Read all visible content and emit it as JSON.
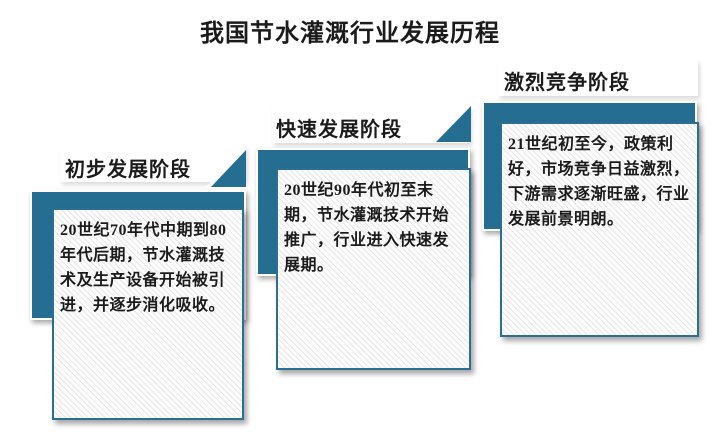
{
  "page_title": "我国节水灌溉行业发展历程",
  "colors": {
    "teal": "#256e92",
    "card_border": "#2b7093",
    "text": "#1b1b1b"
  },
  "stages": [
    {
      "title": "初步发展阶段",
      "description": "20世纪70年代中期到80年代后期，节水灌溉技术及生产设备开始被引进，并逐步消化吸收。"
    },
    {
      "title": "快速发展阶段",
      "description": "20世纪90年代初至末期，节水灌溉技术开始推广，行业进入快速发展期。"
    },
    {
      "title": "激烈竞争阶段",
      "description": "21世纪初至今，政策利好，市场竞争日益激烈，下游需求逐渐旺盛，行业发展前景明朗。"
    }
  ]
}
